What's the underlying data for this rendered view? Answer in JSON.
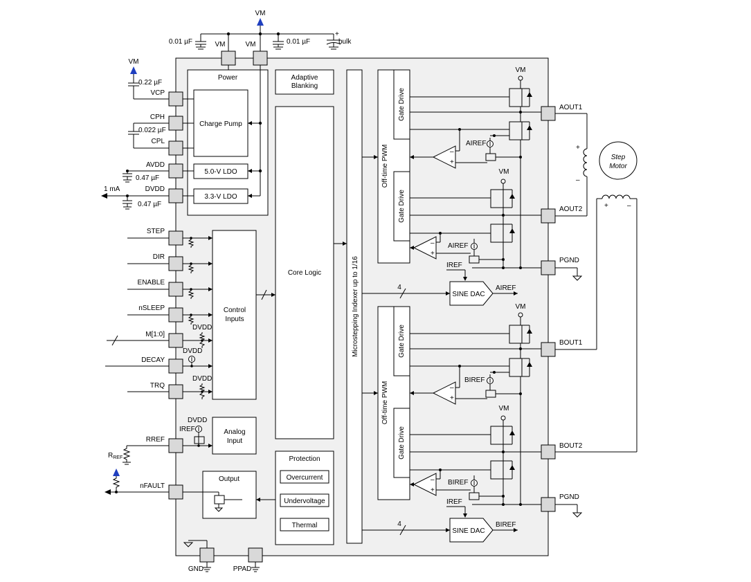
{
  "supply": {
    "vm_top": "VM",
    "vm_left": "VM",
    "vm_pin_left": "VM",
    "vm_pin_right": "VM",
    "cap_top_left": "0.01 µF",
    "cap_top_right": "0.01 µF",
    "bulk": "bulk",
    "plus": "+"
  },
  "left_caps": {
    "vcp_cap": "0.22 µF",
    "cph_cpl_cap": "0.022 µF",
    "avdd_cap": "0.47 µF",
    "dvdd_cap": "0.47 µF",
    "dvdd_load": "1 mA"
  },
  "pins_left": [
    "VCP",
    "CPH",
    "CPL",
    "AVDD",
    "DVDD",
    "STEP",
    "DIR",
    "ENABLE",
    "nSLEEP",
    "M[1:0]",
    "DECAY",
    "TRQ",
    "RREF",
    "nFAULT"
  ],
  "pins_right": [
    "AOUT1",
    "AOUT2",
    "PGND",
    "BOUT1",
    "BOUT2",
    "PGND"
  ],
  "pins_bottom": [
    "GND",
    "PPAD"
  ],
  "blocks": {
    "power": "Power",
    "charge_pump": "Charge Pump",
    "ldo5": "5.0-V LDO",
    "ldo33": "3.3-V LDO",
    "adaptive_blanking": [
      "Adaptive",
      "Blanking"
    ],
    "core_logic": "Core Logic",
    "control_inputs": [
      "Control",
      "Inputs"
    ],
    "analog_input": [
      "Analog",
      "Input"
    ],
    "protection": "Protection",
    "overcurrent": "Overcurrent",
    "undervoltage": "Undervoltage",
    "thermal": "Thermal",
    "output": "Output",
    "indexer": "Microstepping Indexer up to 1/16",
    "offtime_pwm": "Off-time PWM",
    "gate_drive": "Gate Drive",
    "sine_dac": "SINE DAC"
  },
  "labels": {
    "dvdd": "DVDD",
    "iref": "IREF",
    "rref": "R",
    "rref_sub": "REF",
    "airef": "AIREF",
    "biref": "BIREF",
    "bus4": "4",
    "vm": "VM",
    "motor": [
      "Step",
      "Motor"
    ],
    "plus": "+",
    "minus": "–"
  }
}
